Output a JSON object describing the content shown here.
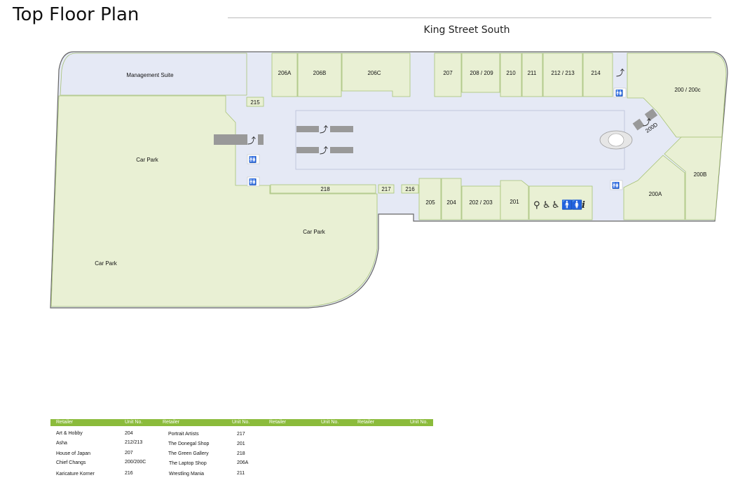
{
  "title": "Top Floor Plan",
  "street": "King Street South",
  "colors": {
    "unit": "#e9f0d4",
    "unit_stroke": "#a7c276",
    "mall": "#e5e9f5",
    "icon": "#333333",
    "header": "#8bbb3b"
  },
  "areas": {
    "management": "Management Suite",
    "car_park_1": "Car Park",
    "car_park_2": "Car Park",
    "car_park_3": "Car Park"
  },
  "units": {
    "u206a": "206A",
    "u206b": "206B",
    "u206c": "206C",
    "u207": "207",
    "u208": "208 / 209",
    "u210": "210",
    "u211": "211",
    "u212": "212 / 213",
    "u214": "214",
    "u200": "200 / 200c",
    "u215": "215",
    "u200d": "200D",
    "u200b": "200B",
    "u200a": "200A",
    "u218": "218",
    "u217": "217",
    "u216": "216",
    "u205": "205",
    "u204": "204",
    "u202": "202 / 203",
    "u201": "201"
  },
  "icons": [
    "escalator-icon",
    "toilets-icon",
    "lift-icon",
    "baby-change-icon",
    "disabled-icon",
    "information-icon"
  ],
  "directory": {
    "headers": [
      "Retailer",
      "Unit No.",
      "Retailer",
      "Unit No.",
      "Retailer",
      "Unit No.",
      "Retailer",
      "Unit No."
    ],
    "col1": [
      {
        "name": "Art & Hobby",
        "unit": "204"
      },
      {
        "name": "Asha",
        "unit": "212/213"
      },
      {
        "name": "House of Japan",
        "unit": "207"
      },
      {
        "name": "Chief Changs",
        "unit": "200/200C"
      },
      {
        "name": "Karicature Korner",
        "unit": "216"
      }
    ],
    "col2": [
      {
        "name": "Portrait Artists",
        "unit": "217"
      },
      {
        "name": "The Donegal Shop",
        "unit": "201"
      },
      {
        "name": "The Green Gallery",
        "unit": "218"
      },
      {
        "name": "The Laptop Shop",
        "unit": "206A"
      },
      {
        "name": "Wrestling Mania",
        "unit": "211"
      }
    ]
  }
}
